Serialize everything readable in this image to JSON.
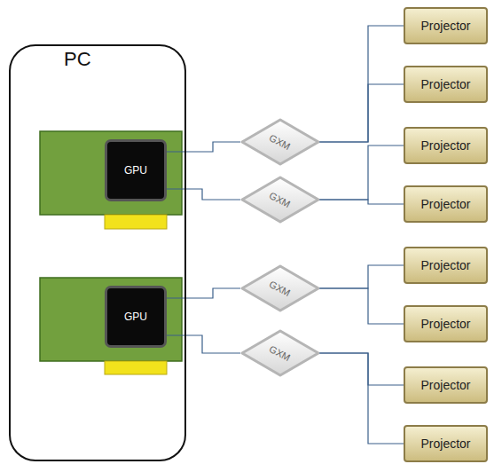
{
  "diagram": {
    "nodes": [
      {
        "text": [
          "PC"
        ]
      },
      {
        "text": [
          "GPU"
        ],
        "in": 0
      },
      {
        "text": [
          "GPU"
        ],
        "in": 0
      },
      {
        "text": [
          "GXM"
        ]
      },
      {
        "text": [
          "GXM"
        ]
      },
      {
        "text": [
          "GXM"
        ]
      },
      {
        "text": [
          "GXM"
        ]
      },
      {
        "text": [
          "Projector"
        ]
      },
      {
        "text": [
          "Projector"
        ]
      },
      {
        "text": [
          "Projector"
        ]
      },
      {
        "text": [
          "Projector"
        ]
      },
      {
        "text": [
          "Projector"
        ]
      },
      {
        "text": [
          "Projector"
        ]
      },
      {
        "text": [
          "Projector"
        ]
      },
      {
        "text": [
          "Projector"
        ]
      }
    ],
    "edges": [
      {
        "from": 1,
        "to": 3,
        "arrow": "none"
      },
      {
        "from": 1,
        "to": 4,
        "arrow": "none"
      },
      {
        "from": 2,
        "to": 5,
        "arrow": "none"
      },
      {
        "from": 2,
        "to": 6,
        "arrow": "none"
      },
      {
        "from": 3,
        "to": 7,
        "arrow": "none"
      },
      {
        "from": 3,
        "to": 8,
        "arrow": "none"
      },
      {
        "from": 4,
        "to": 9,
        "arrow": "none"
      },
      {
        "from": 4,
        "to": 10,
        "arrow": "none"
      },
      {
        "from": 5,
        "to": 11,
        "arrow": "none"
      },
      {
        "from": 5,
        "to": 12,
        "arrow": "none"
      },
      {
        "from": 6,
        "to": 13,
        "arrow": "none"
      },
      {
        "from": 6,
        "to": 14,
        "arrow": "none"
      }
    ]
  }
}
